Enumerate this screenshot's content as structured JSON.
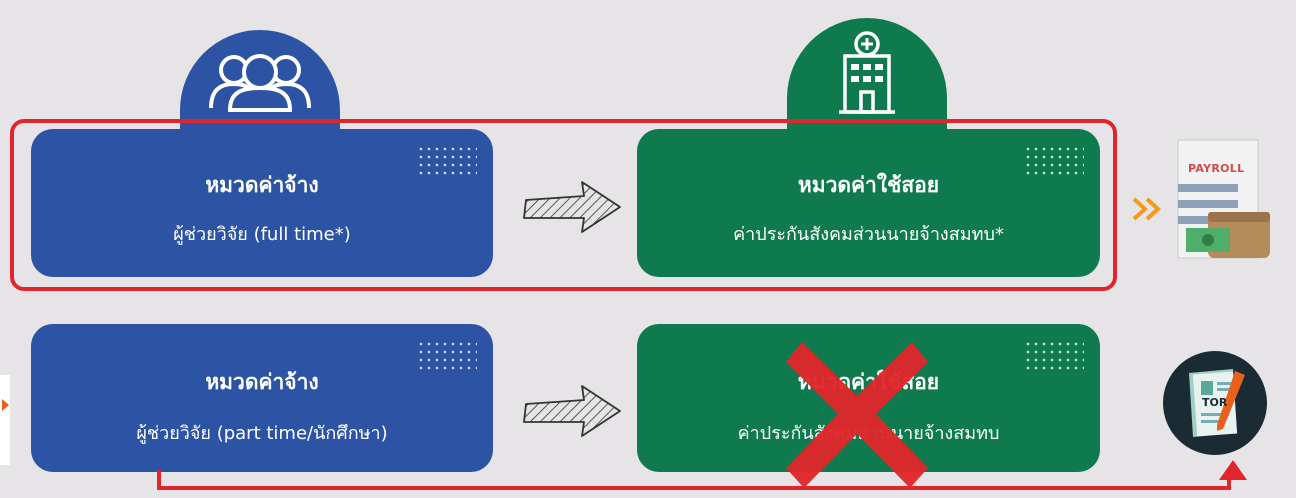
{
  "row1": {
    "left_card": {
      "title": "หมวดค่าจ้าง",
      "subtitle": "ผู้ช่วยวิจัย (full time*)"
    },
    "right_card": {
      "title": "หมวดค่าใช้สอย",
      "subtitle": "ค่าประกันสังคมส่วนนายจ้างสมทบ*"
    }
  },
  "row2": {
    "left_card": {
      "title": "หมวดค่าจ้าง",
      "subtitle": "ผู้ช่วยวิจัย (part time/นักศึกษา)"
    },
    "right_card": {
      "title": "หมวดค่าใช้สอย",
      "subtitle": "ค่าประกันสังคมส่วนนายจ้างสมทบ"
    }
  },
  "icons": {
    "left_tab": "people-group-icon",
    "right_tab": "hospital-icon",
    "payroll": "payroll-document-wallet-icon",
    "tor": "tor-document-icon",
    "arrow": "hatched-right-arrow-icon",
    "chevrons": "double-chevron-right-icon",
    "cross": "red-x-icon"
  },
  "payroll_label": "PAYROLL",
  "tor_label": "TOR",
  "colors": {
    "blue": "#2d54a4",
    "green": "#0e7a4e",
    "red": "#e0262c",
    "orange": "#f39a1e",
    "background": "#e6e4e6"
  }
}
